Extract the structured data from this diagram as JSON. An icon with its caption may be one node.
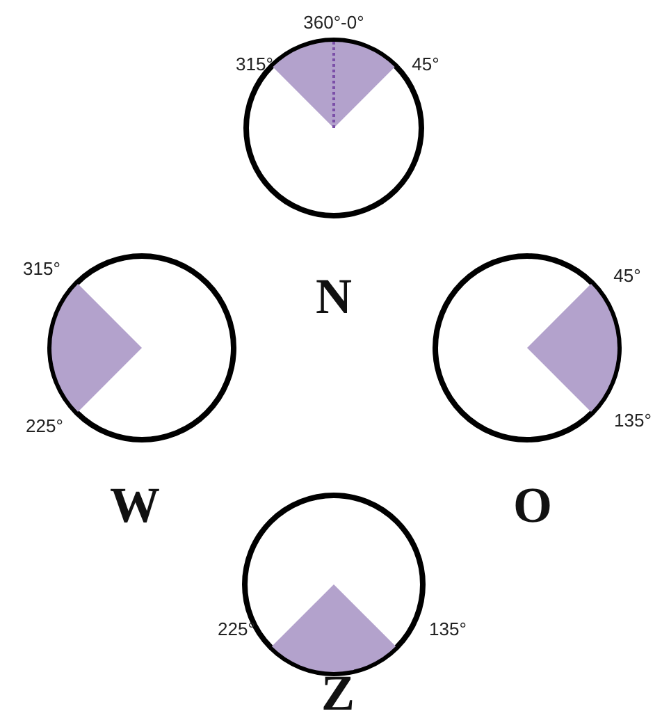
{
  "diagram": {
    "nodes": [
      {
        "text": [],
        "shape": "circle",
        "beside": [
          "360°-0°",
          "315°",
          "45°",
          "N"
        ]
      },
      {
        "text": [],
        "shape": "circle",
        "beside": [
          "315°",
          "225°",
          "W"
        ]
      },
      {
        "text": [],
        "shape": "circle",
        "beside": [
          "45°",
          "135°",
          "O"
        ]
      },
      {
        "text": [],
        "shape": "circle",
        "beside": [
          "225°",
          "135°",
          "Z"
        ]
      }
    ]
  }
}
